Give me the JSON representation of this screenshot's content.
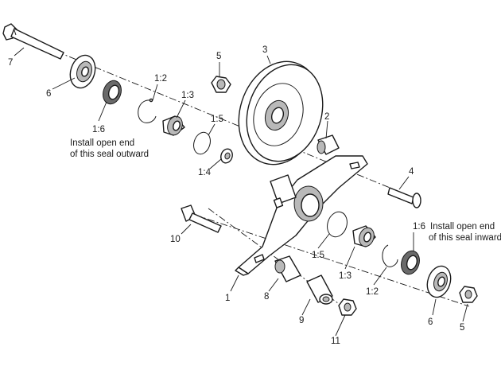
{
  "callouts": {
    "c7": "7",
    "c6a": "6",
    "c1_6a": "1:6",
    "c1_2a": "1:2",
    "c1_3a": "1:3",
    "c5a": "5",
    "c3": "3",
    "c1_5a": "1:5",
    "c1_4": "1:4",
    "c2": "2",
    "c4": "4",
    "c10": "10",
    "c1_5b": "1:5",
    "c1_3b": "1:3",
    "c1_6b": "1:6",
    "c1_2b": "1:2",
    "c8": "8",
    "c1": "1",
    "c9": "9",
    "c11": "11",
    "c6b": "6",
    "c5b": "5"
  },
  "notes": {
    "outward_line1": "Install open end",
    "outward_line2": "of this seal outward",
    "inward_line1": "Install open end",
    "inward_line2": "of this seal inward"
  }
}
